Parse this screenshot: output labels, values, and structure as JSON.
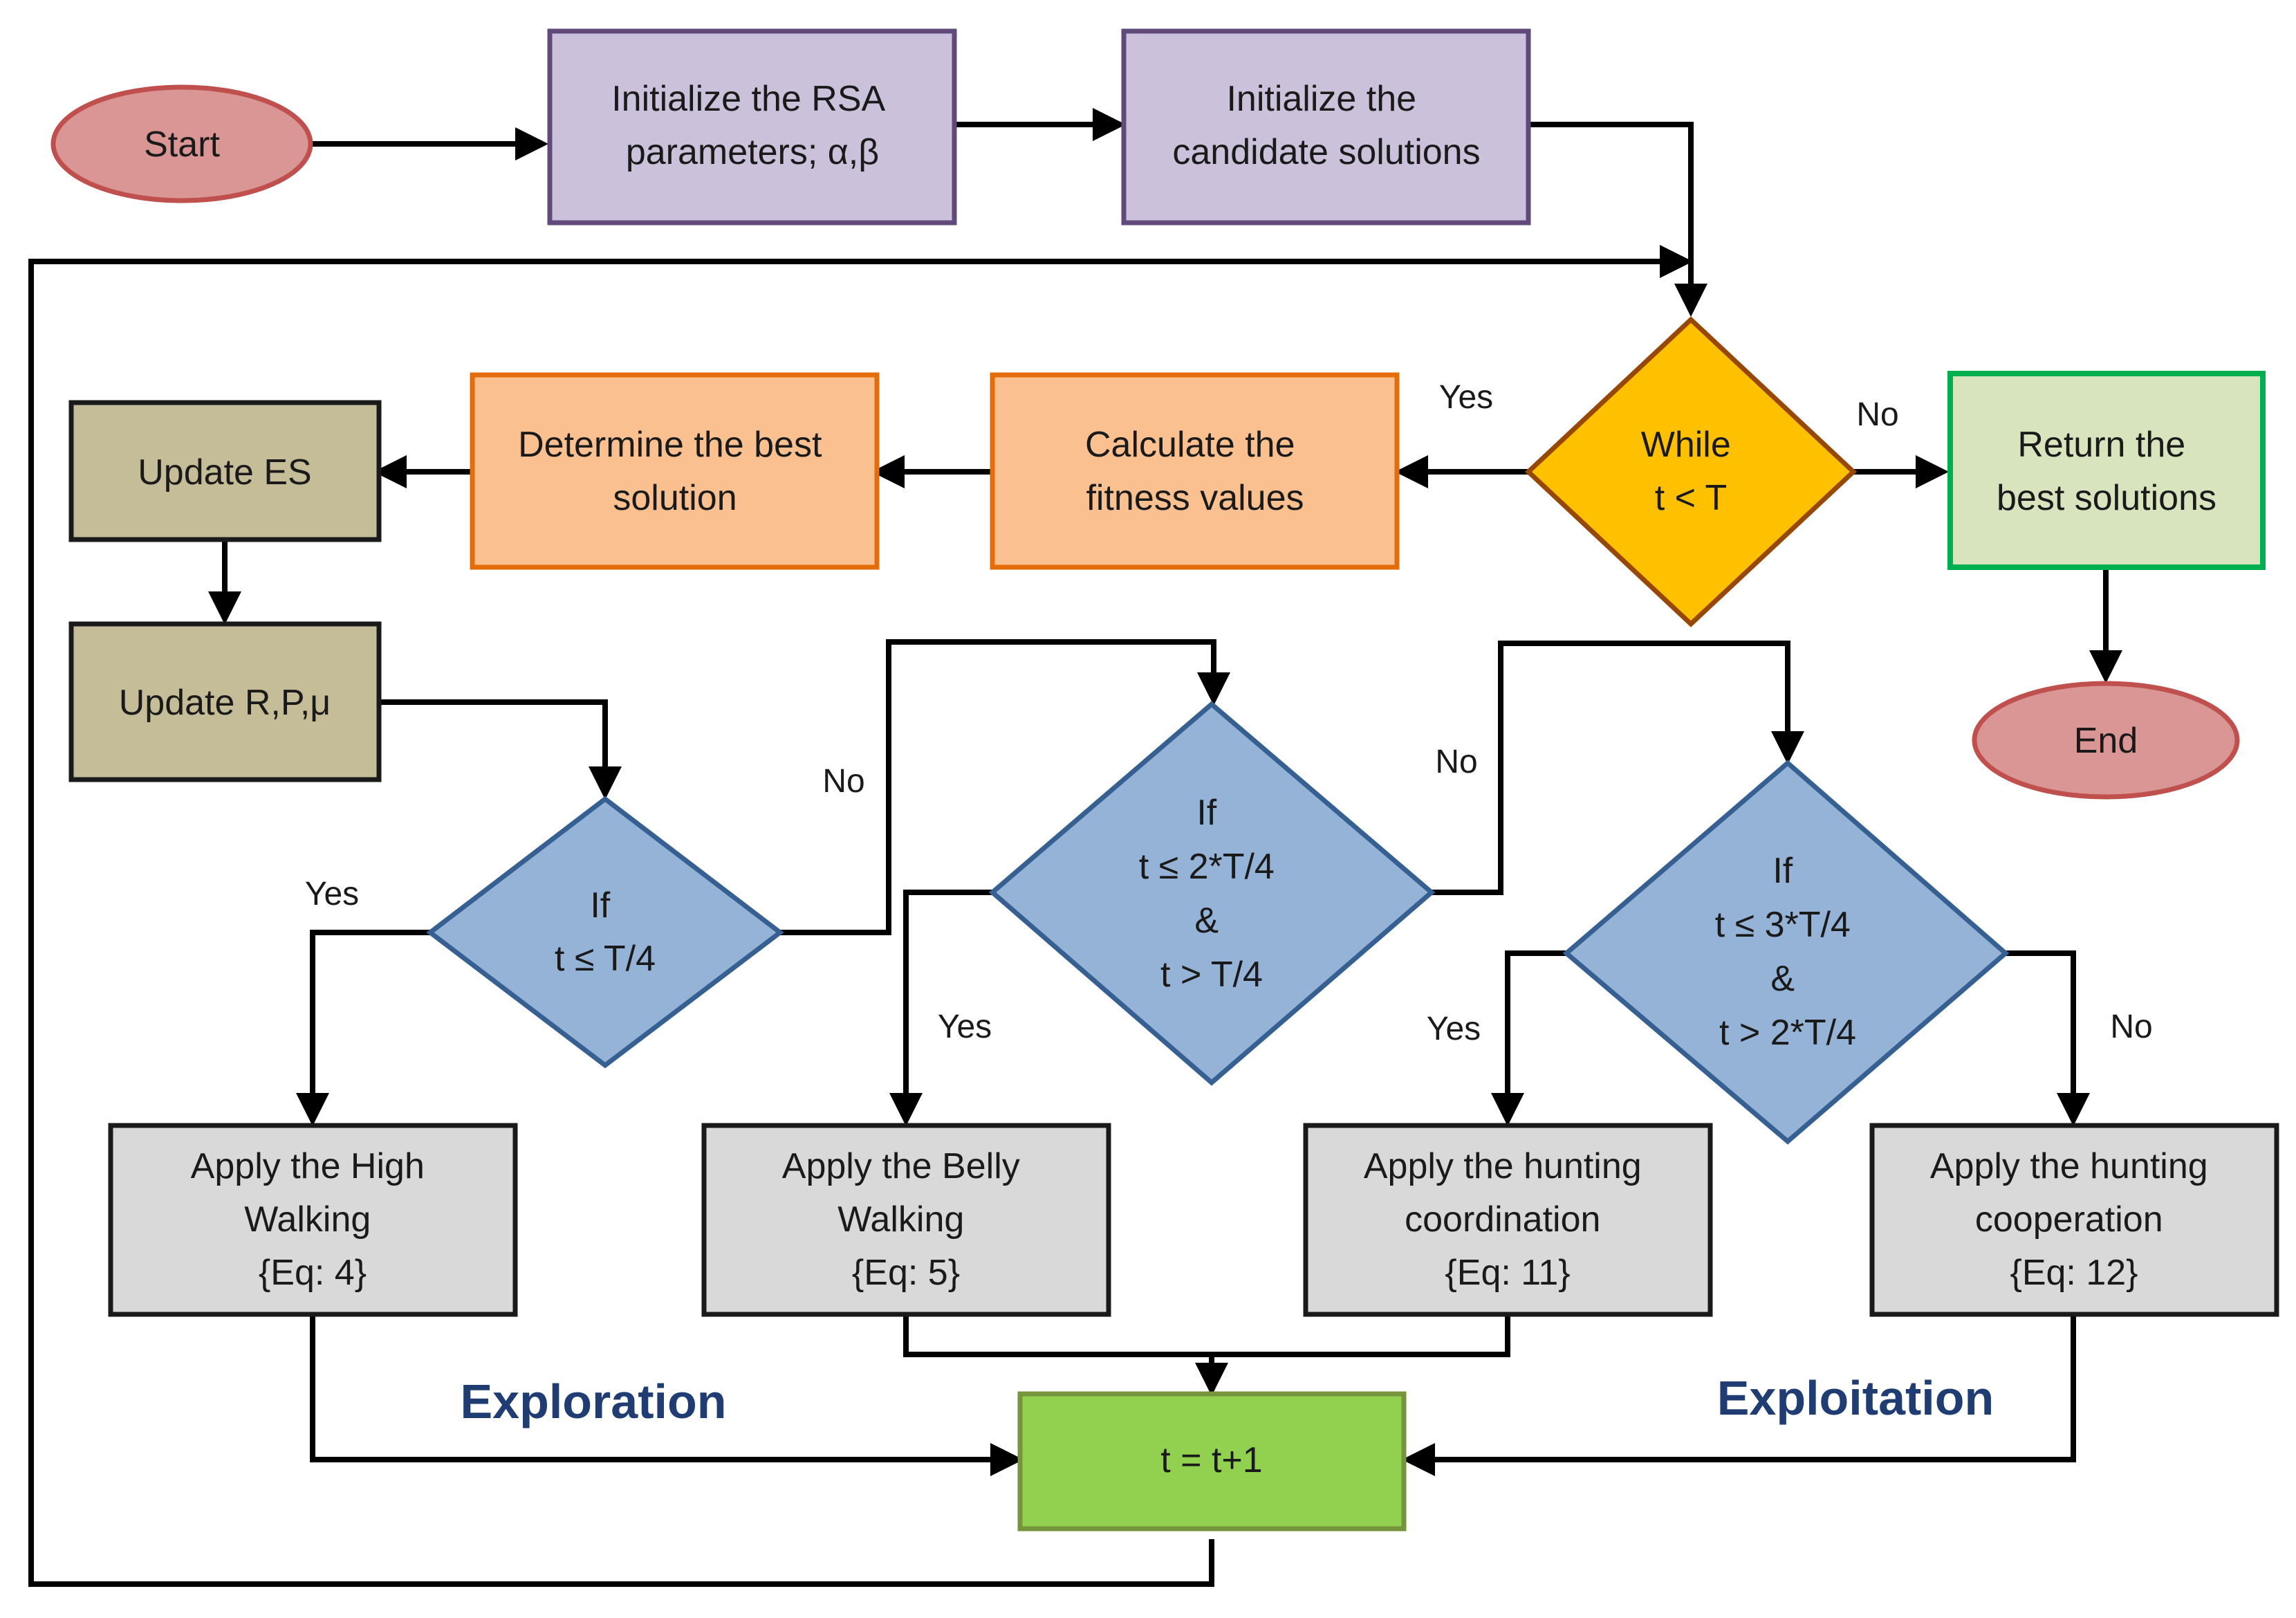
{
  "colors": {
    "terminal_fill": "#d99694",
    "terminal_stroke": "#c0504d",
    "init_fill": "#ccc1da",
    "init_stroke": "#604a7b",
    "calc_fill": "#fac090",
    "calc_stroke": "#e46c0a",
    "while_fill": "#ffc000",
    "while_stroke": "#984806",
    "return_fill": "#d7e4bd",
    "return_stroke": "#00b050",
    "update_fill": "#c4bd97",
    "update_stroke": "#1a1a1a",
    "cond_fill": "#95b3d7",
    "cond_stroke": "#366092",
    "apply_fill": "#d9d9d9",
    "apply_stroke": "#1a1a1a",
    "incr_fill": "#92d050",
    "incr_stroke": "#77933c",
    "phase_text": "#1f3d73"
  },
  "nodes": {
    "start": {
      "lines": [
        "Start"
      ]
    },
    "init_rsa": {
      "lines": [
        "Initialize the RSA",
        "parameters; α,β"
      ]
    },
    "init_candidates": {
      "lines": [
        "Initialize the",
        "candidate solutions"
      ]
    },
    "while": {
      "lines": [
        "While",
        "t < T"
      ]
    },
    "return_best": {
      "lines": [
        "Return the",
        "best solutions"
      ]
    },
    "end": {
      "lines": [
        "End"
      ]
    },
    "calc_fitness": {
      "lines": [
        "Calculate the",
        "fitness values"
      ]
    },
    "determine_best": {
      "lines": [
        "Determine the best",
        "solution"
      ]
    },
    "update_es": {
      "lines": [
        "Update ES"
      ]
    },
    "update_rpm": {
      "lines": [
        "Update R,P,μ"
      ]
    },
    "cond1": {
      "lines": [
        "If",
        "t ≤ T/4"
      ]
    },
    "cond2": {
      "lines": [
        "If",
        "t ≤ 2*T/4",
        "&",
        "t > T/4"
      ]
    },
    "cond3": {
      "lines": [
        "If",
        "t ≤ 3*T/4",
        "&",
        "t > 2*T/4"
      ]
    },
    "apply_high": {
      "lines": [
        "Apply the High",
        "Walking",
        "{Eq: 4}"
      ]
    },
    "apply_belly": {
      "lines": [
        "Apply the Belly",
        "Walking",
        "{Eq: 5}"
      ]
    },
    "apply_coord": {
      "lines": [
        "Apply the hunting",
        "coordination",
        "{Eq: 11}"
      ]
    },
    "apply_coop": {
      "lines": [
        "Apply the hunting",
        "cooperation",
        "{Eq: 12}"
      ]
    },
    "increment": {
      "lines": [
        "t = t+1"
      ]
    }
  },
  "edge_labels": {
    "while_yes": "Yes",
    "while_no": "No",
    "cond1_yes": "Yes",
    "cond1_no": "No",
    "cond2_yes": "Yes",
    "cond2_no": "No",
    "cond3_yes": "Yes",
    "cond3_no": "No"
  },
  "phases": {
    "exploration": "Exploration",
    "exploitation": "Exploitation"
  }
}
